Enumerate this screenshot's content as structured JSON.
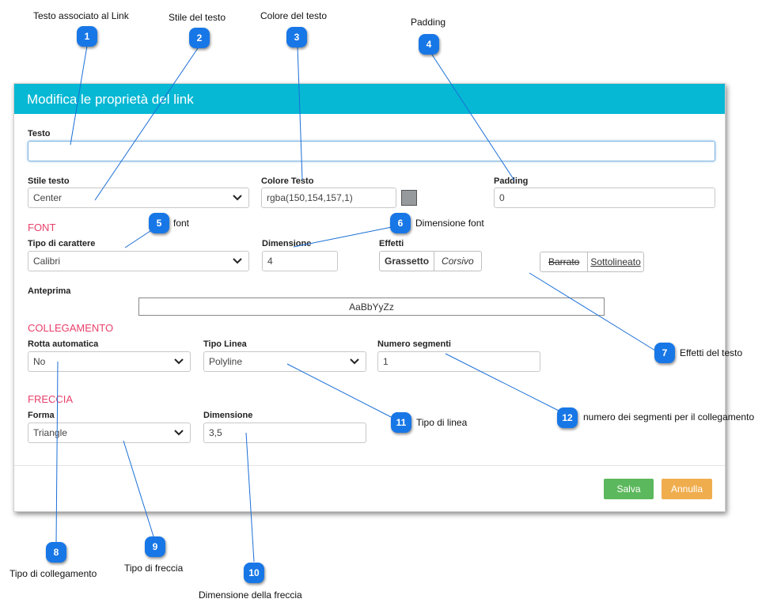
{
  "dialog": {
    "title": "Modifica le proprietà del link",
    "testo": {
      "label": "Testo",
      "value": ""
    },
    "stile_testo": {
      "label": "Stile testo",
      "value": "Center"
    },
    "colore_testo": {
      "label": "Colore Testo",
      "value": "rgba(150,154,157,1)",
      "swatch": "#969a9d"
    },
    "padding": {
      "label": "Padding",
      "value": "0"
    },
    "font_section": "FONT",
    "tipo_carattere": {
      "label": "Tipo di carattere",
      "value": "Calibri"
    },
    "dimensione_font": {
      "label": "Dimensione",
      "value": "4"
    },
    "effetti": {
      "label": "Effetti",
      "bold": "Grassetto",
      "italic": "Corsivo",
      "strike": "Barrato",
      "underline": "Sottolineato"
    },
    "anteprima": {
      "label": "Anteprima",
      "value": "AaBbYyZz"
    },
    "collegamento_section": "COLLEGAMENTO",
    "rotta": {
      "label": "Rotta automatica",
      "value": "No"
    },
    "tipo_linea": {
      "label": "Tipo Linea",
      "value": "Polyline"
    },
    "numero_segmenti": {
      "label": "Numero segmenti",
      "value": "1"
    },
    "freccia_section": "FRECCIA",
    "forma": {
      "label": "Forma",
      "value": "Triangle"
    },
    "dimensione_freccia": {
      "label": "Dimensione",
      "value": "3,5"
    },
    "buttons": {
      "save": "Salva",
      "cancel": "Annulla"
    }
  },
  "colors": {
    "header": "#06b8d4",
    "section": "#e8406a",
    "save": "#5cb85c",
    "cancel": "#f0ad4e",
    "badge": "#1877e6"
  },
  "annotations": {
    "1": {
      "num": "1",
      "text": "Testo associato al Link"
    },
    "2": {
      "num": "2",
      "text": "Stile del testo"
    },
    "3": {
      "num": "3",
      "text": "Colore del testo"
    },
    "4": {
      "num": "4",
      "text": "Padding"
    },
    "5": {
      "num": "5",
      "text": "font"
    },
    "6": {
      "num": "6",
      "text": "Dimensione font"
    },
    "7": {
      "num": "7",
      "text": "Effetti del testo"
    },
    "8": {
      "num": "8",
      "text": "Tipo di collegamento"
    },
    "9": {
      "num": "9",
      "text": "Tipo di freccia"
    },
    "10": {
      "num": "10",
      "text": "Dimensione della freccia"
    },
    "11": {
      "num": "11",
      "text": "Tipo di linea"
    },
    "12": {
      "num": "12",
      "text": "numero dei segmenti per il collegamento"
    }
  }
}
